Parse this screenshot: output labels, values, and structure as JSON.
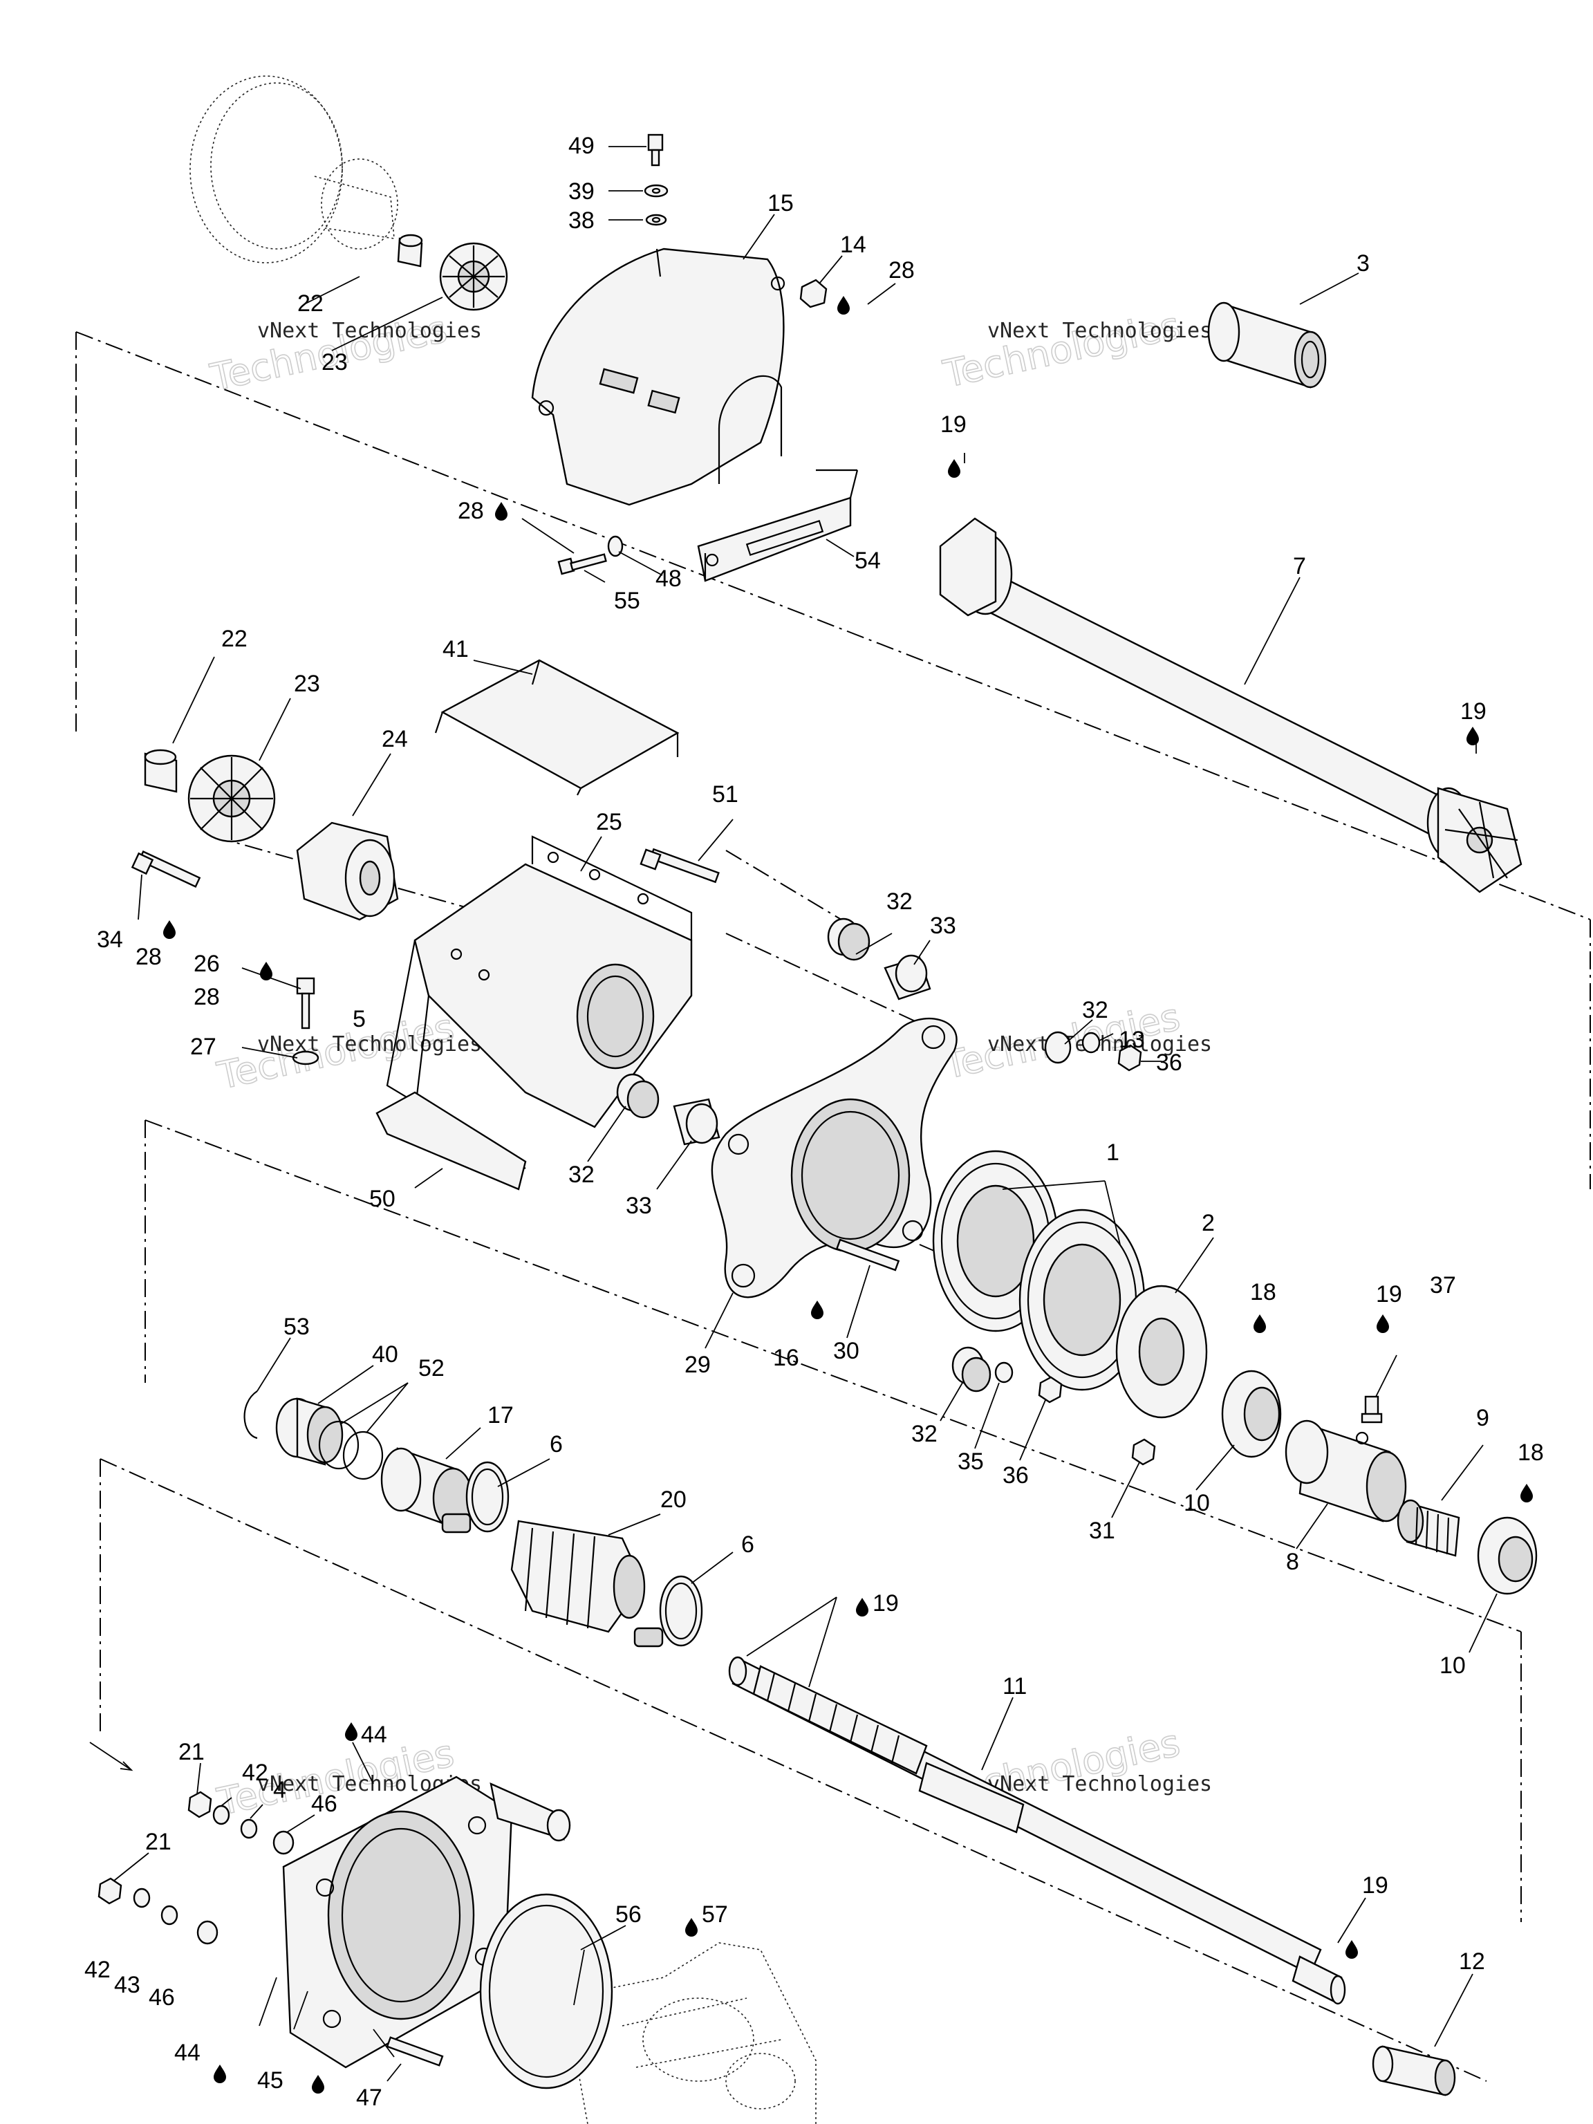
{
  "watermark": {
    "line1": "vNext Technologies",
    "line2": "Technologies"
  },
  "labels": {
    "l1": "1",
    "l2": "2",
    "l3": "3",
    "l4": "4",
    "l5": "5",
    "l6a": "6",
    "l6b": "6",
    "l7": "7",
    "l8": "8",
    "l9": "9",
    "l10a": "10",
    "l10b": "10",
    "l11": "11",
    "l12": "12",
    "l13": "13",
    "l14": "14",
    "l15": "15",
    "l16": "16",
    "l17": "17",
    "l18a": "18",
    "l18b": "18",
    "l19a": "19",
    "l19b": "19",
    "l19c": "19",
    "l19d": "19",
    "l19e": "19",
    "l20": "20",
    "l21a": "21",
    "l21b": "21",
    "l22a": "22",
    "l22b": "22",
    "l23a": "23",
    "l23b": "23",
    "l24": "24",
    "l25": "25",
    "l26": "26",
    "l27": "27",
    "l28a": "28",
    "l28b": "28",
    "l28c": "28",
    "l28d": "28",
    "l29": "29",
    "l30": "30",
    "l31": "31",
    "l32a": "32",
    "l32b": "32",
    "l32c": "32",
    "l32d": "32",
    "l33a": "33",
    "l33b": "33",
    "l34": "34",
    "l35": "35",
    "l36a": "36",
    "l36b": "36",
    "l37": "37",
    "l38": "38",
    "l39": "39",
    "l40": "40",
    "l41": "41",
    "l42a": "42",
    "l42b": "42",
    "l43": "43",
    "l44a": "44",
    "l44b": "44",
    "l45": "45",
    "l46a": "46",
    "l46b": "46",
    "l47": "47",
    "l48": "48",
    "l49": "49",
    "l50": "50",
    "l51": "51",
    "l52": "52",
    "l53": "53",
    "l54": "54",
    "l55": "55",
    "l56": "56",
    "l57": "57"
  }
}
